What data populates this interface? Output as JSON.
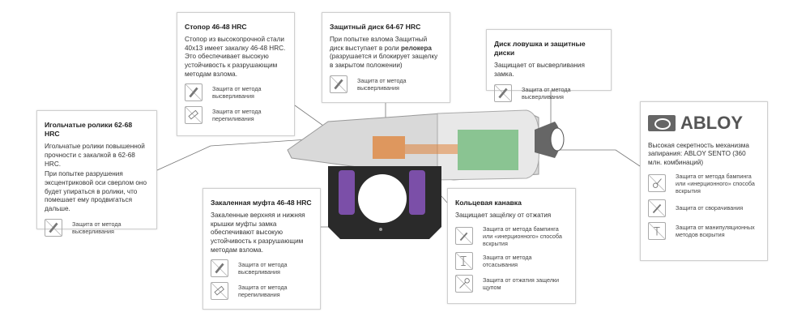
{
  "boxes": {
    "stopor": {
      "title": "Стопор 46-48 HRC",
      "text": "Стопор из высокопрочной стали 40х13 имеет закалку 46-48 HRC. Это обеспечивает высокую устойчивость к разрушающим методам взлома.",
      "features": [
        "Защита от метода высверливания",
        "Защита от метода перепиливания"
      ]
    },
    "disk": {
      "title": "Защитный диск 64-67 HRC",
      "text_pre": "При попытке взлома Защитный диск выступает в роли ",
      "text_bold": "релокера",
      "text_post": " (разрушается и блокирует защелку в закрытом положении)",
      "features": [
        "Защита от метода высверливания"
      ]
    },
    "trap": {
      "title": "Диск ловушка и защитные диски",
      "text": "Защищает от высверливания замка.",
      "features": [
        "Защита от метода высверливания"
      ]
    },
    "needle": {
      "title": "Игольчатые ролики 62-68 HRC",
      "text": "Игольчатые ролики повышенной прочности с закалкой в 62-68 HRC.",
      "text2": "При попытке разрушения эксцентриковой оси сверлом оно будет упираться в ролики, что помешает ему продвигаться дальше.",
      "features": [
        "Защита от метода высверливания"
      ]
    },
    "abloy": {
      "logo": "ABLOY",
      "text": "Высокая секретность механизма запирания: ABLOY SENTO (360 млн. комбинаций)",
      "features": [
        "Защита от метода бампинга или «инерционного» способа вскрытия",
        "Защита от сворачивания",
        "Защита от манипуляционных методов вскрытия"
      ]
    },
    "coupling": {
      "title": "Закаленная муфта 46-48 HRC",
      "text": "Закаленные верхняя и нижняя крышки муфты замка обеспечивают высокую устойчивость к разрушающим методам взлома.",
      "features": [
        "Защита от метода высверливания",
        "Защита от метода перепиливания"
      ]
    },
    "groove": {
      "title": "Кольцевая канавка",
      "text": "Защищает защёлку от отжатия",
      "features": [
        "Защита от метода бампинга или «инерционного» способа вскрытия",
        "Защита от метода отсасывания",
        "Защита от отжатия защелки щупом"
      ]
    }
  },
  "colors": {
    "accent_purple": "#7b4fa8",
    "accent_green": "#3ca64a",
    "accent_orange": "#e07a2a"
  }
}
